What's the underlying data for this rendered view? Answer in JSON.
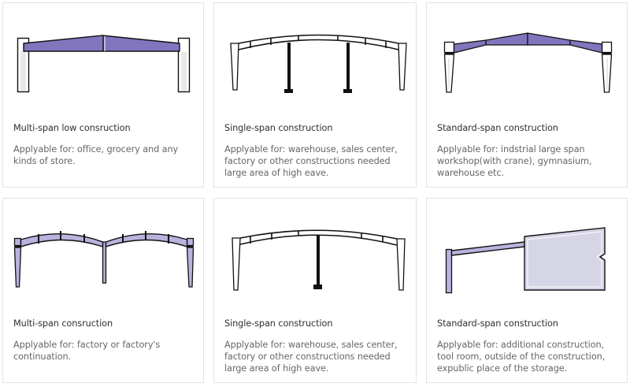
{
  "colors": {
    "accent_fill": "#8175bd",
    "light_fill": "#b9b3de",
    "pale_fill": "#d6d5e6",
    "column_gray": "#e8e8e8",
    "card_border": "#e3e3e3",
    "title_text": "#2f2f2f",
    "desc_text": "#666666"
  },
  "cards": [
    {
      "diagram_icon": "multi-span-low-frame-diagram",
      "title": "Multi-span low consruction",
      "description": "Applyable for: office, grocery and any kinds of store."
    },
    {
      "diagram_icon": "single-span-two-support-frame-diagram",
      "title": "Single-span construction",
      "description": "Applyable for: warehouse, sales center, factory or other constructions needed large area of high eave."
    },
    {
      "diagram_icon": "standard-span-gable-frame-diagram",
      "title": "Standard-span construction",
      "description": "Applyable for: indstrial large span workshop(with crane), gymnasium, warehouse etc."
    },
    {
      "diagram_icon": "multi-span-double-arch-frame-diagram",
      "title": "Multi-span consruction",
      "description": "Applyable for: factory or factory's continuation."
    },
    {
      "diagram_icon": "single-span-center-support-frame-diagram",
      "title": "Single-span construction",
      "description": "Applyable for: warehouse, sales center, factory or other constructions needed large area of high eave."
    },
    {
      "diagram_icon": "lean-to-extension-frame-diagram",
      "title": "Standard-span construction",
      "description": "Applyable for: additional construction, tool room, outside of the construction, expublic place of the storage."
    }
  ]
}
